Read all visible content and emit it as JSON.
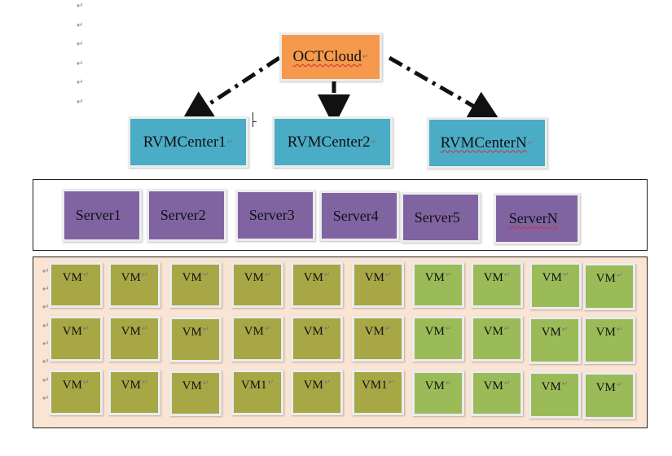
{
  "diagram": {
    "para_mark": "↵",
    "root": {
      "label": "OCTCloud"
    },
    "centers": [
      {
        "label": "RVMCenter1"
      },
      {
        "label": "RVMCenter2"
      },
      {
        "label": "RVMCenterN"
      }
    ],
    "servers": [
      {
        "label": "Server1"
      },
      {
        "label": "Server2"
      },
      {
        "label": "Server3"
      },
      {
        "label": "Server4"
      },
      {
        "label": "Server5"
      },
      {
        "label": "ServerN"
      }
    ],
    "vm_rows": [
      [
        "VM",
        "VM",
        "VM",
        "VM",
        "VM",
        "VM",
        "VM",
        "VM",
        "VM",
        "VM"
      ],
      [
        "VM",
        "VM",
        "VM",
        "VM",
        "VM",
        "VM",
        "VM",
        "VM",
        "VM",
        "VM"
      ],
      [
        "VM",
        "VM",
        "VM",
        "VM1",
        "VM",
        "VM1",
        "VM",
        "VM",
        "VM",
        "VM"
      ]
    ],
    "colors": {
      "root": "#f5994d",
      "center": "#4bacc6",
      "server": "#8064a2",
      "vm_olive": "#a7a746",
      "vm_green": "#9bbb59",
      "vm_panel": "#fae4d4"
    }
  }
}
